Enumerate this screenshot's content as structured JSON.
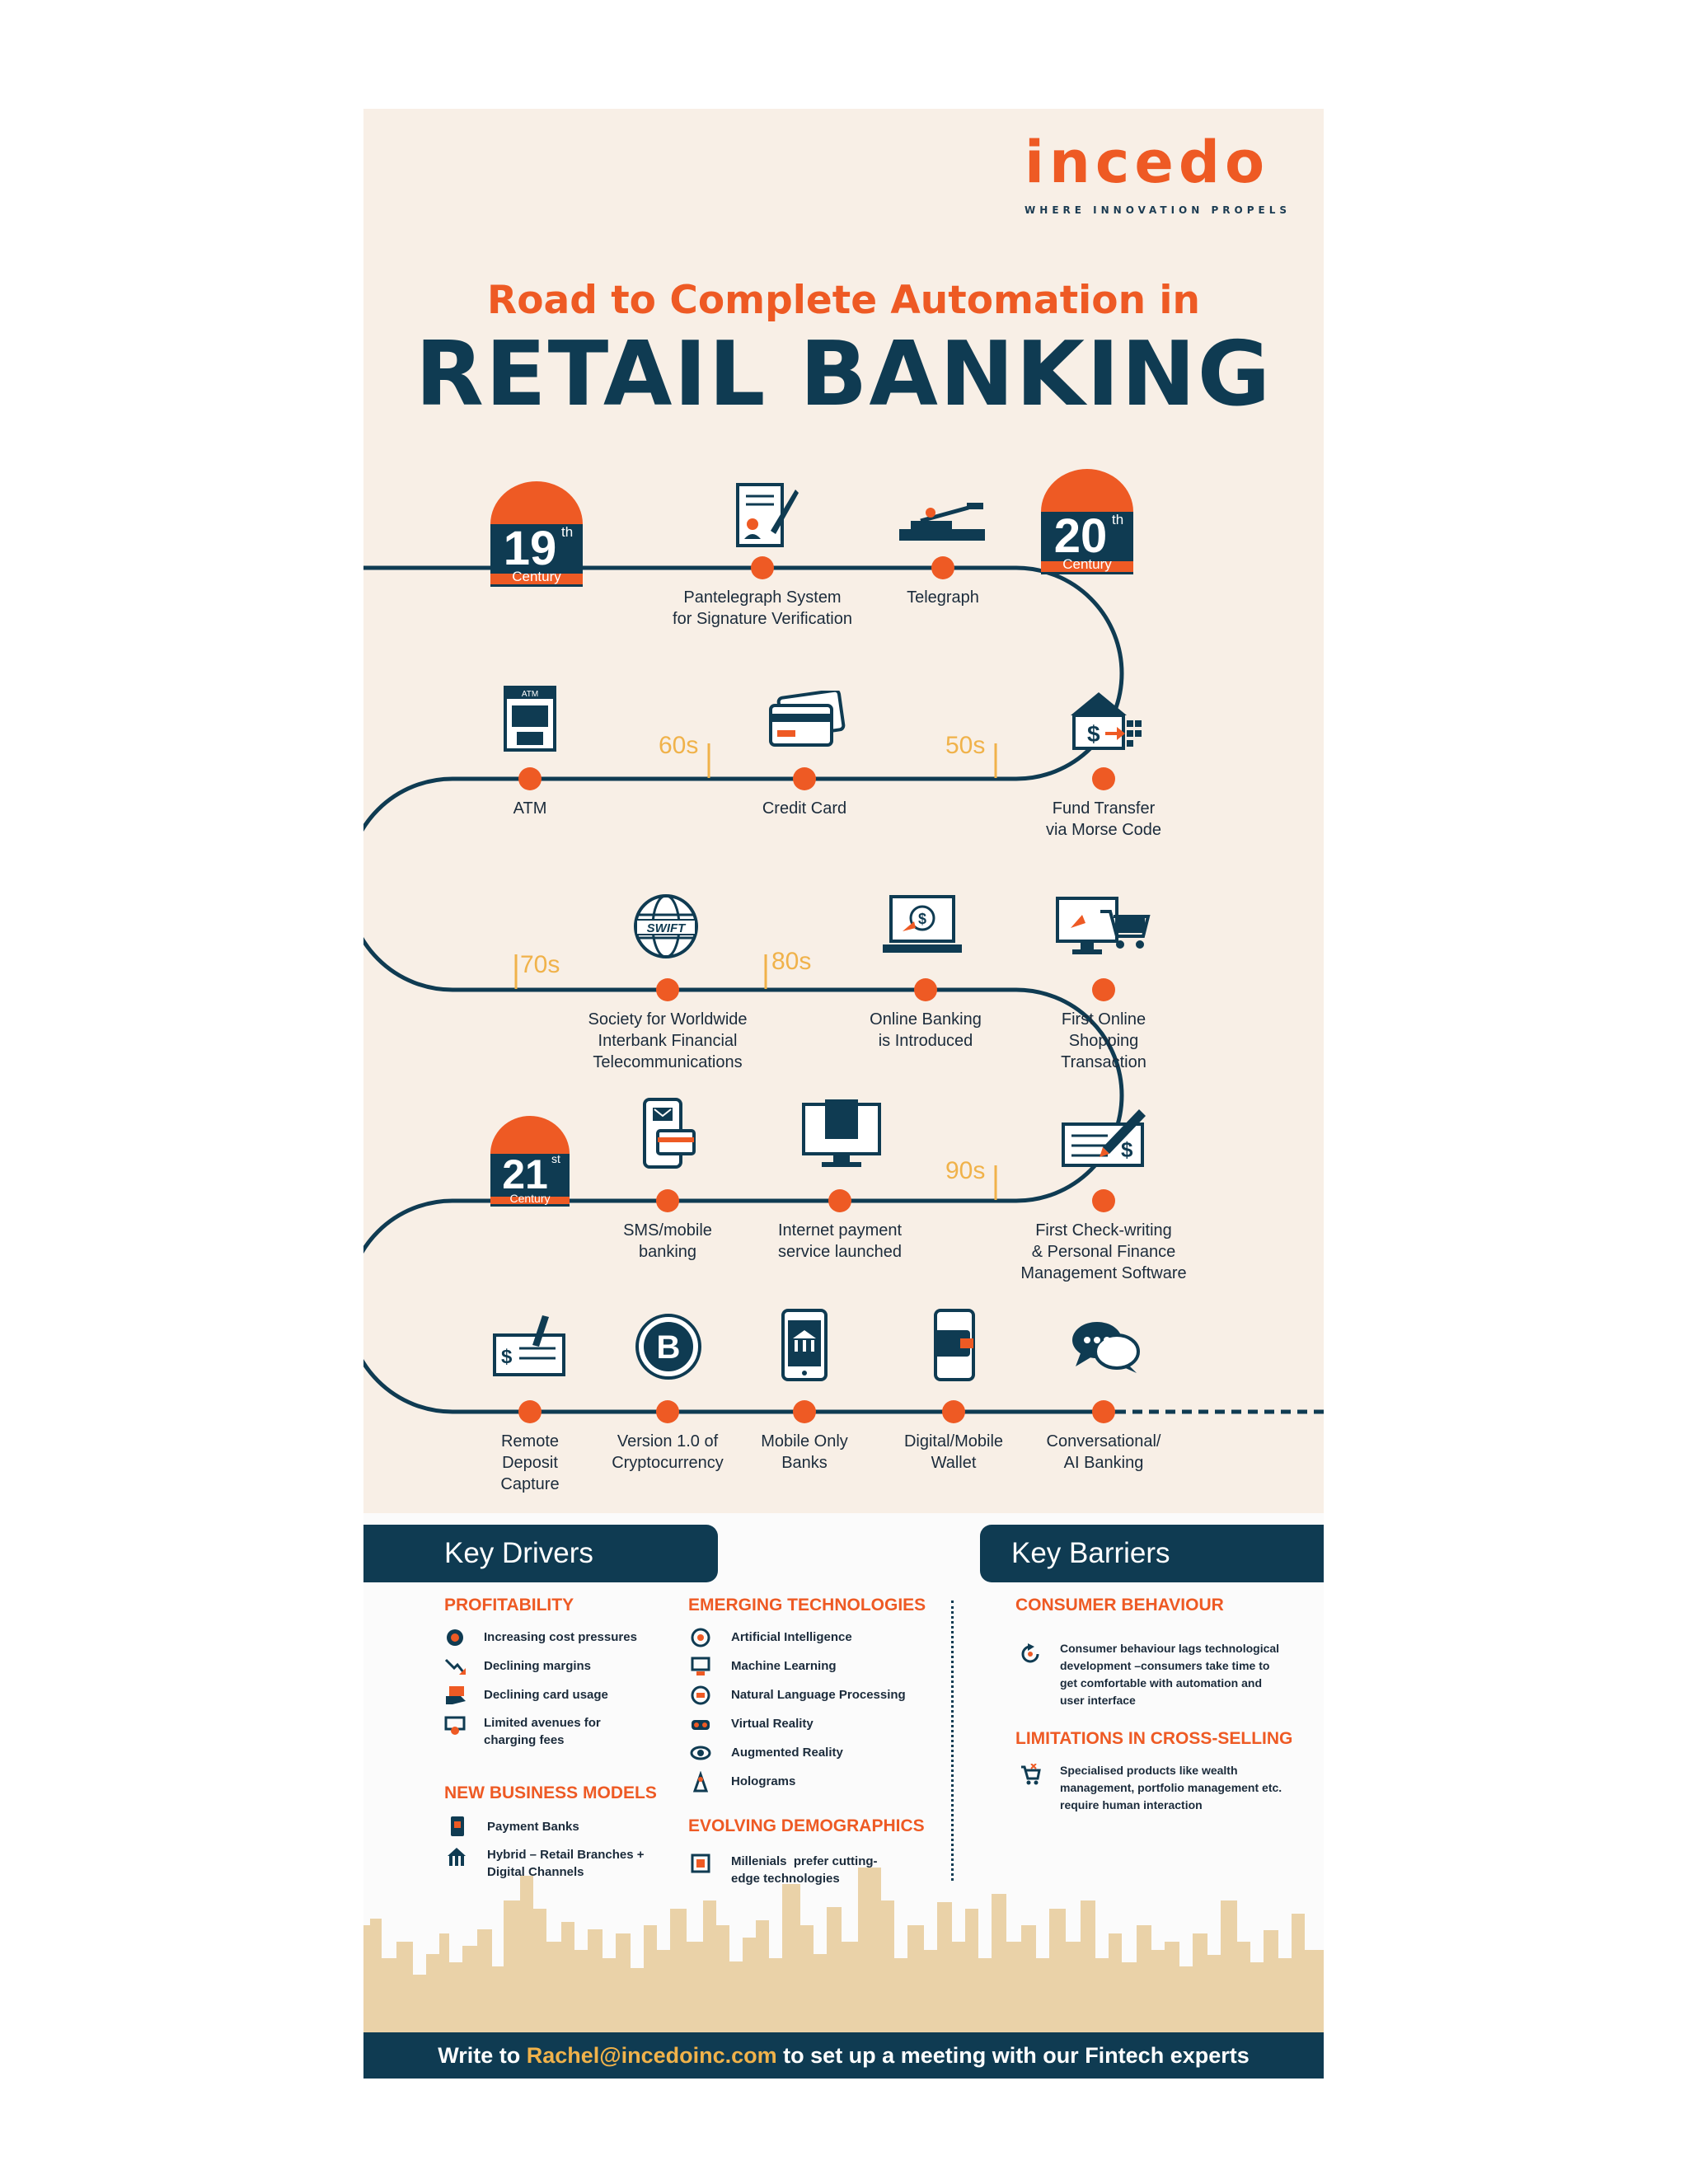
{
  "brand": {
    "logo_text": "incedo",
    "tagline": "WHERE INNOVATION PROPELS"
  },
  "title": {
    "line1": "Road to Complete Automation in",
    "line2": "RETAIL BANKING"
  },
  "centuries": {
    "c19": {
      "num": "19",
      "sup": "th",
      "word": "Century"
    },
    "c20": {
      "num": "20",
      "sup": "th",
      "word": "Century"
    },
    "c21": {
      "num": "21",
      "sup": "st",
      "word": "Century"
    }
  },
  "decades": [
    "60s",
    "50s",
    "70s",
    "80s",
    "90s"
  ],
  "timeline": {
    "pantelegraph": "Pantelegraph System\nfor Signature Verification",
    "telegraph": "Telegraph",
    "atm": "ATM",
    "atm_icon_text": "ATM",
    "credit_card": "Credit Card",
    "fund_transfer": "Fund Transfer\nvia Morse Code",
    "swift": "Society for Worldwide\nInterbank Financial\nTelecommunications",
    "swift_icon_text": "SWIFT",
    "online_banking": "Online Banking\nis Introduced",
    "online_shopping": "First Online\nShopping\nTransaction",
    "sms_banking": "SMS/mobile\nbanking",
    "internet_payment": "Internet payment\nservice launched",
    "check_writing": "First Check-writing\n& Personal Finance\nManagement Software",
    "remote_deposit": "Remote\nDeposit\nCapture",
    "crypto": "Version 1.0 of\nCryptocurrency",
    "mobile_banks": "Mobile Only\nBanks",
    "wallet": "Digital/Mobile\nWallet",
    "ai_banking": "Conversational/\nAI Banking"
  },
  "drivers": {
    "title": "Key Drivers",
    "profitability": {
      "title": "PROFITABILITY",
      "items": [
        "Increasing cost pressures",
        "Declining margins",
        "Declining card usage",
        "Limited avenues for\ncharging fees"
      ]
    },
    "new_business": {
      "title": "NEW BUSINESS MODELS",
      "items": [
        "Payment Banks",
        "Hybrid – Retail Branches +\nDigital Channels"
      ]
    },
    "emerging": {
      "title": "EMERGING TECHNOLOGIES",
      "items": [
        "Artificial Intelligence",
        "Machine Learning",
        "Natural Language Processing",
        "Virtual Reality",
        "Augmented Reality",
        "Holograms"
      ]
    },
    "demographics": {
      "title": "EVOLVING DEMOGRAPHICS",
      "items": [
        "Millenials  prefer cutting-\nedge technologies"
      ]
    }
  },
  "barriers": {
    "title": "Key Barriers",
    "consumer": {
      "title": "CONSUMER BEHAVIOUR",
      "text": "Consumer behaviour lags technological\ndevelopment –consumers take time to\nget comfortable with automation and\nuser interface"
    },
    "cross_selling": {
      "title": "LIMITATIONS IN CROSS-SELLING",
      "text": "Specialised products like wealth\nmanagement, portfolio management etc.\nrequire human interaction"
    }
  },
  "footer": {
    "prefix": "Write to ",
    "email": "Rachel@incedoinc.com",
    "suffix": " to set up a meeting with our Fintech experts"
  },
  "colors": {
    "navy": "#0f3b52",
    "orange": "#ee5a24",
    "cream": "#f8efe6",
    "gold": "#f0b24a",
    "skyline": "#ead2a8"
  }
}
